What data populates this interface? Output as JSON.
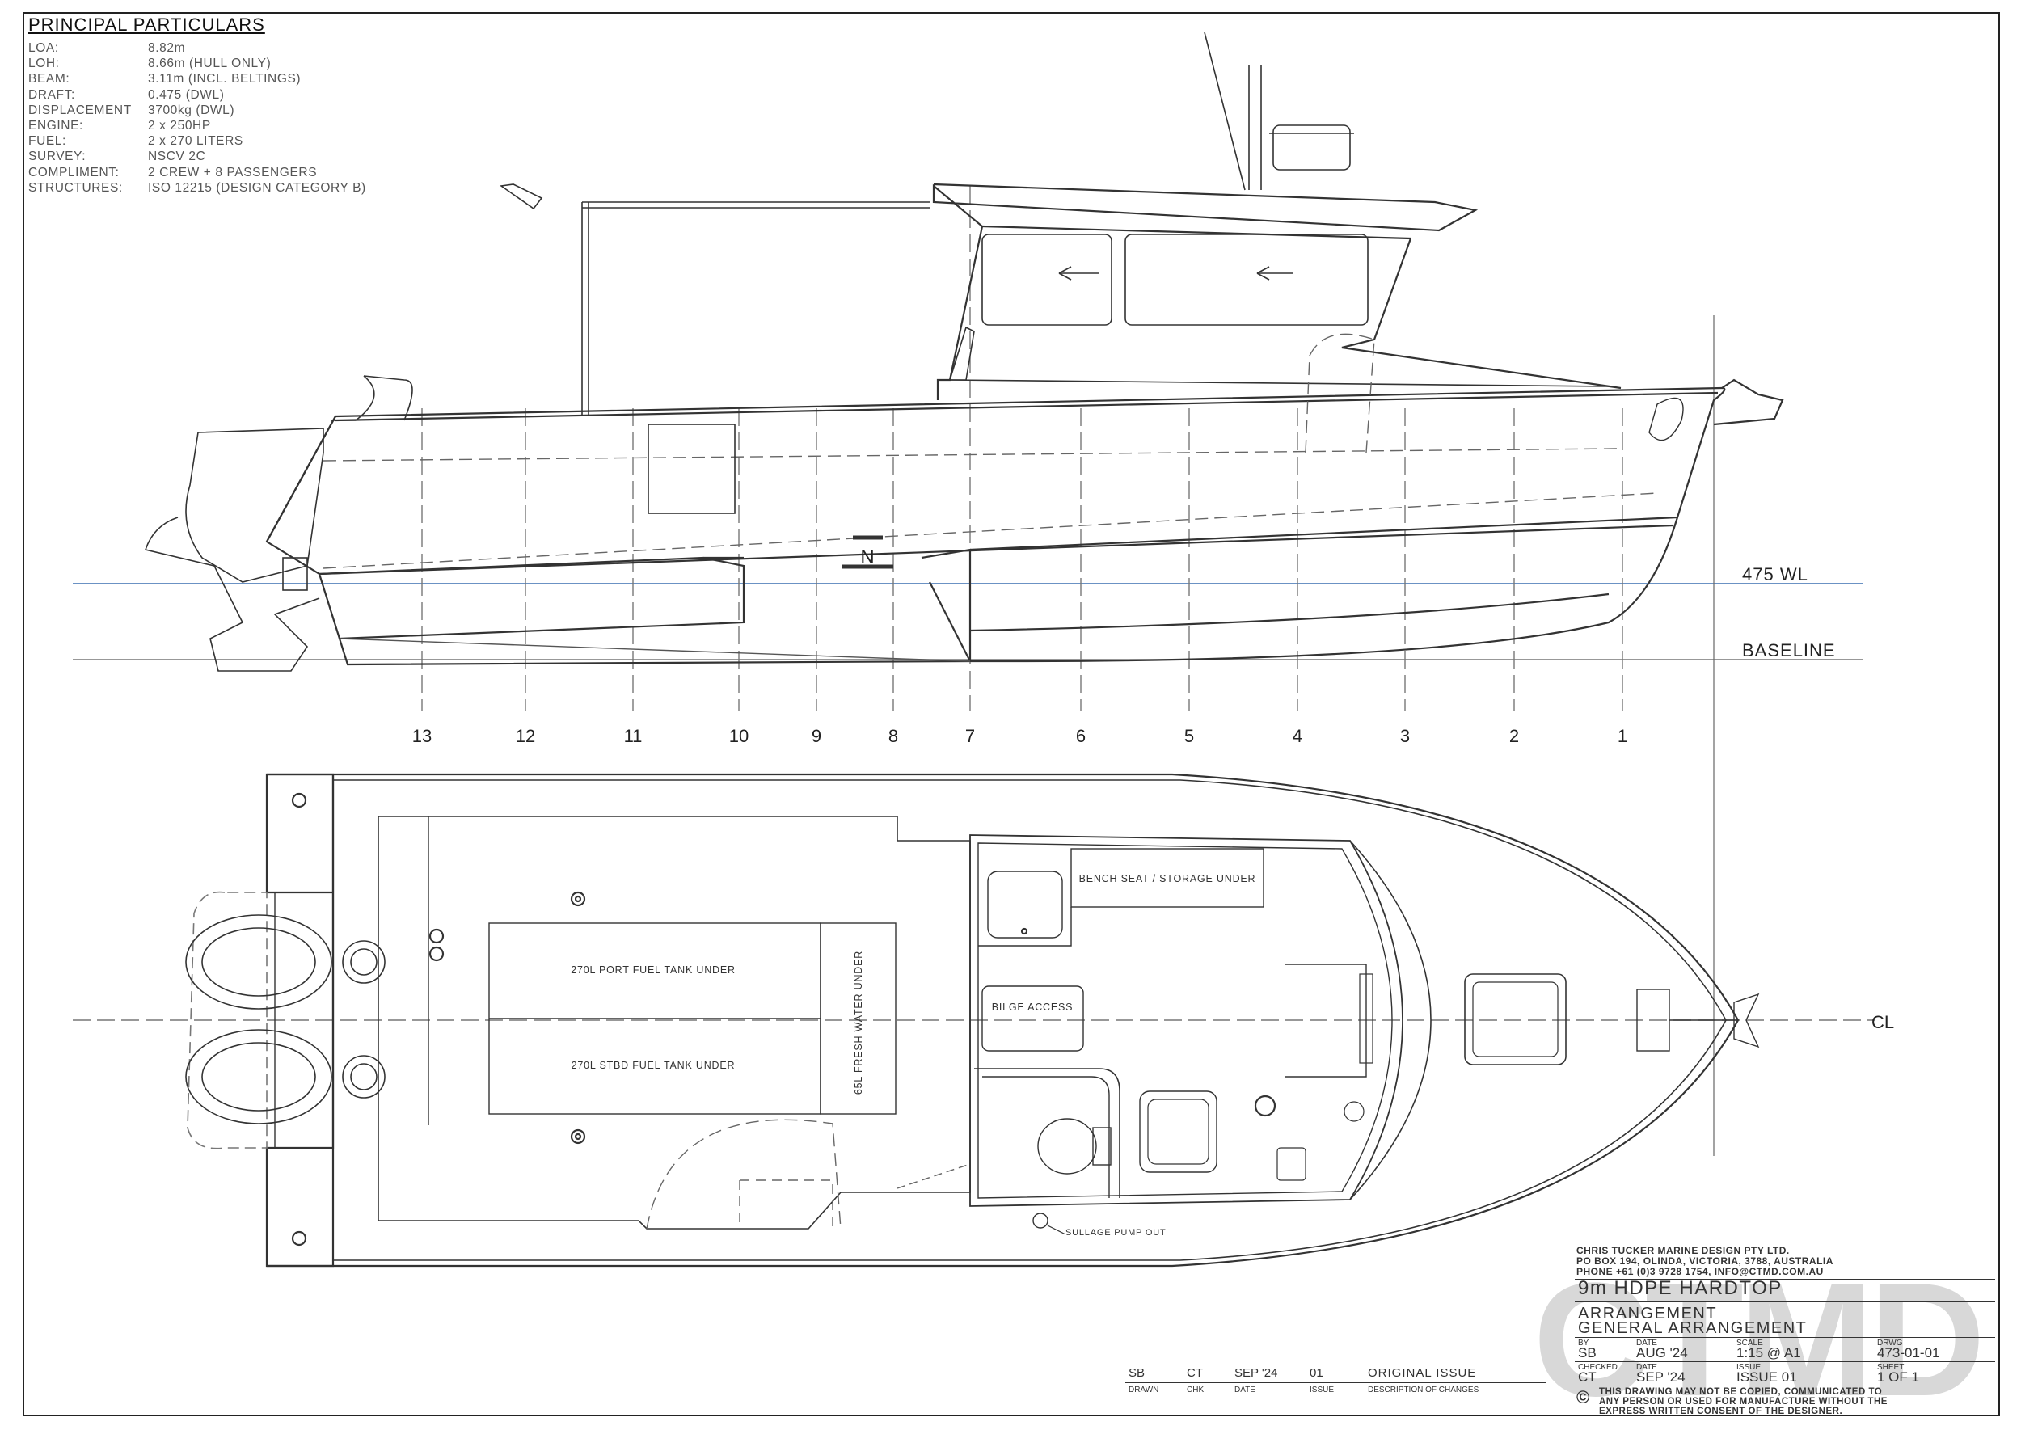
{
  "particulars": {
    "title": "PRINCIPAL PARTICULARS",
    "rows": [
      {
        "key": "LOA:",
        "value": "8.82m"
      },
      {
        "key": "LOH:",
        "value": "8.66m (HULL ONLY)"
      },
      {
        "key": "BEAM:",
        "value": "3.11m (INCL. BELTINGS)"
      },
      {
        "key": "DRAFT:",
        "value": "0.475 (DWL)"
      },
      {
        "key": "DISPLACEMENT",
        "value": "3700kg (DWL)"
      },
      {
        "key": "ENGINE:",
        "value": "2 x 250HP"
      },
      {
        "key": "FUEL:",
        "value": "2 x 270 LITERS"
      },
      {
        "key": "SURVEY:",
        "value": "NSCV 2C"
      },
      {
        "key": "COMPLIMENT:",
        "value": "2 CREW + 8 PASSENGERS"
      },
      {
        "key": "STRUCTURES:",
        "value": "ISO 12215 (DESIGN CATEGORY B)"
      }
    ]
  },
  "profile": {
    "waterline_label": "475 WL",
    "baseline_label": "BASELINE",
    "section_marker": "N",
    "stations": [
      "13",
      "12",
      "11",
      "10",
      "9",
      "8",
      "7",
      "6",
      "5",
      "4",
      "3",
      "2",
      "1"
    ]
  },
  "plan": {
    "bench_seat": "BENCH SEAT / STORAGE UNDER",
    "bilge_access": "BILGE ACCESS",
    "port_tank": "270L PORT FUEL TANK UNDER",
    "stbd_tank": "270L STBD FUEL TANK UNDER",
    "fresh_water": "65L FRESH WATER UNDER",
    "sullage": "SULLAGE PUMP OUT",
    "centerline": "CL"
  },
  "title_block": {
    "company": "CHRIS TUCKER MARINE DESIGN PTY LTD.",
    "address": "PO BOX 194, OLINDA, VICTORIA, 3788, AUSTRALIA",
    "phone": "PHONE +61 (0)3 9728 1754, INFO@CTMD.COM.AU",
    "project": "9m HDPE HARDTOP",
    "drawing_title_1": "ARRANGEMENT",
    "drawing_title_2": "GENERAL ARRANGEMENT",
    "by_label": "BY",
    "by": "SB",
    "date_label": "DATE",
    "date": "AUG '24",
    "scale_label": "SCALE",
    "scale": "1:15 @ A1",
    "drwg_label": "DRWG",
    "drwg": "473-01-01",
    "checked_label": "CHECKED",
    "checked": "CT",
    "checked_date_label": "DATE",
    "checked_date": "SEP '24",
    "issue_label": "ISSUE",
    "issue": "ISSUE 01",
    "sheet_label": "SHEET",
    "sheet": "1 OF 1",
    "copyright_1": "THIS DRAWING MAY NOT BE COPIED, COMMUNICATED TO",
    "copyright_2": "ANY PERSON OR USED FOR MANUFACTURE WITHOUT THE",
    "copyright_3": "EXPRESS WRITTEN CONSENT OF THE DESIGNER.",
    "watermark": "CTMD"
  },
  "revision": {
    "drawn": "SB",
    "chk": "CT",
    "date": "SEP '24",
    "issue": "01",
    "description": "ORIGINAL ISSUE",
    "h_drawn": "DRAWN",
    "h_chk": "CHK",
    "h_date": "DATE",
    "h_issue": "ISSUE",
    "h_desc": "DESCRIPTION OF CHANGES"
  }
}
